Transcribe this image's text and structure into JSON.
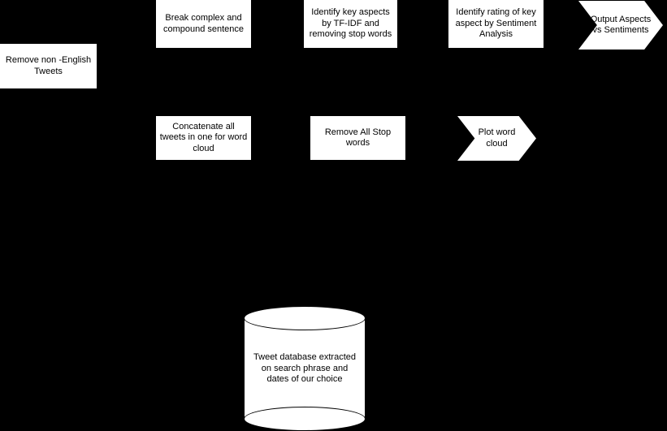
{
  "diagram": {
    "background_color": "#000000",
    "node_fill": "#ffffff",
    "node_stroke": "#000000",
    "text_color": "#000000",
    "nodes": [
      {
        "id": "remove-non-english-tweets",
        "shape": "process-box",
        "lines": [
          "Remove non -English",
          "Tweets"
        ]
      },
      {
        "id": "break-complex-and-compound-sentence",
        "shape": "process-box",
        "lines": [
          "Break complex and",
          "compound sentence"
        ]
      },
      {
        "id": "identify-key-aspects",
        "shape": "process-box",
        "lines": [
          "Identify key aspects",
          "by TF-IDF and",
          "removing stop words"
        ]
      },
      {
        "id": "identify-rating-of-key-aspect",
        "shape": "process-box",
        "lines": [
          "Identify rating of key",
          "aspect by Sentiment",
          "Analysis"
        ]
      },
      {
        "id": "output-aspects-vs-sentiments",
        "shape": "chevron",
        "lines": [
          "Output Aspects",
          "vs Sentiments"
        ]
      },
      {
        "id": "concatenate-all-tweets",
        "shape": "process-box",
        "lines": [
          "Concatenate all",
          "tweets in one for word",
          "cloud"
        ]
      },
      {
        "id": "remove-all-stop-words",
        "shape": "process-box",
        "lines": [
          "Remove All Stop",
          "words"
        ]
      },
      {
        "id": "plot-word-cloud",
        "shape": "chevron",
        "lines": [
          "Plot word",
          "cloud"
        ]
      },
      {
        "id": "tweet-database",
        "shape": "cylinder",
        "lines": [
          "Tweet database extracted",
          "on search phrase and",
          "dates of our choice"
        ]
      }
    ]
  }
}
